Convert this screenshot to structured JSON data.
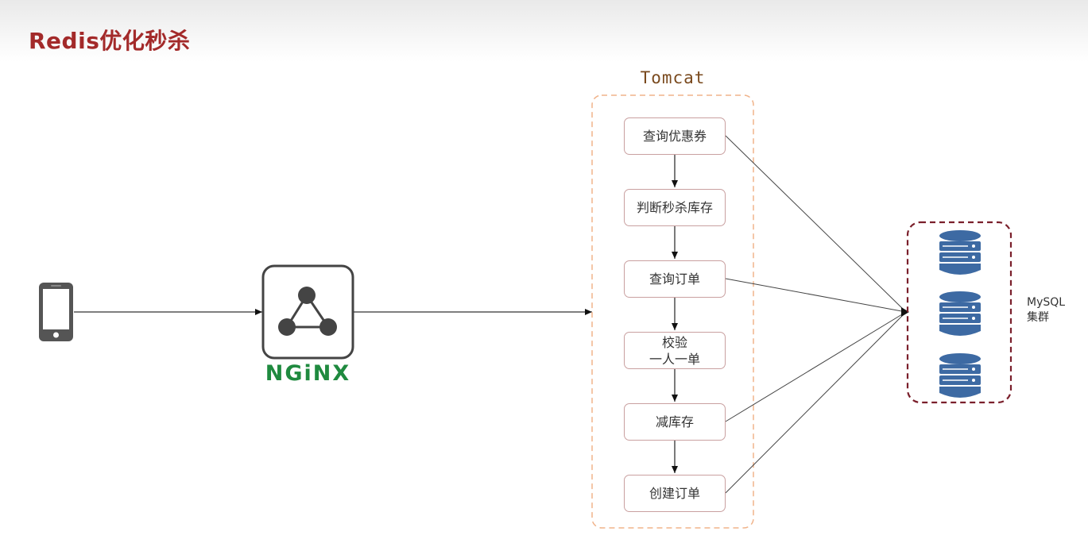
{
  "title": "Redis优化秒杀",
  "tomcat": {
    "label": "Tomcat",
    "steps": [
      "查询优惠券",
      "判断秒杀库存",
      "查询订单",
      "校验\n一人一单",
      "减库存",
      "创建订单"
    ]
  },
  "nginx": {
    "label": "NGiNX"
  },
  "mysql": {
    "label_line1": "MySQL",
    "label_line2": "集群"
  },
  "colors": {
    "title": "#a32a2a",
    "nginx_green": "#1f8a3f",
    "tomcat_border": "#f0b38a",
    "step_border": "#c9a0a0",
    "cluster_border": "#7a1f2b",
    "db_blue": "#3d6aa3"
  }
}
